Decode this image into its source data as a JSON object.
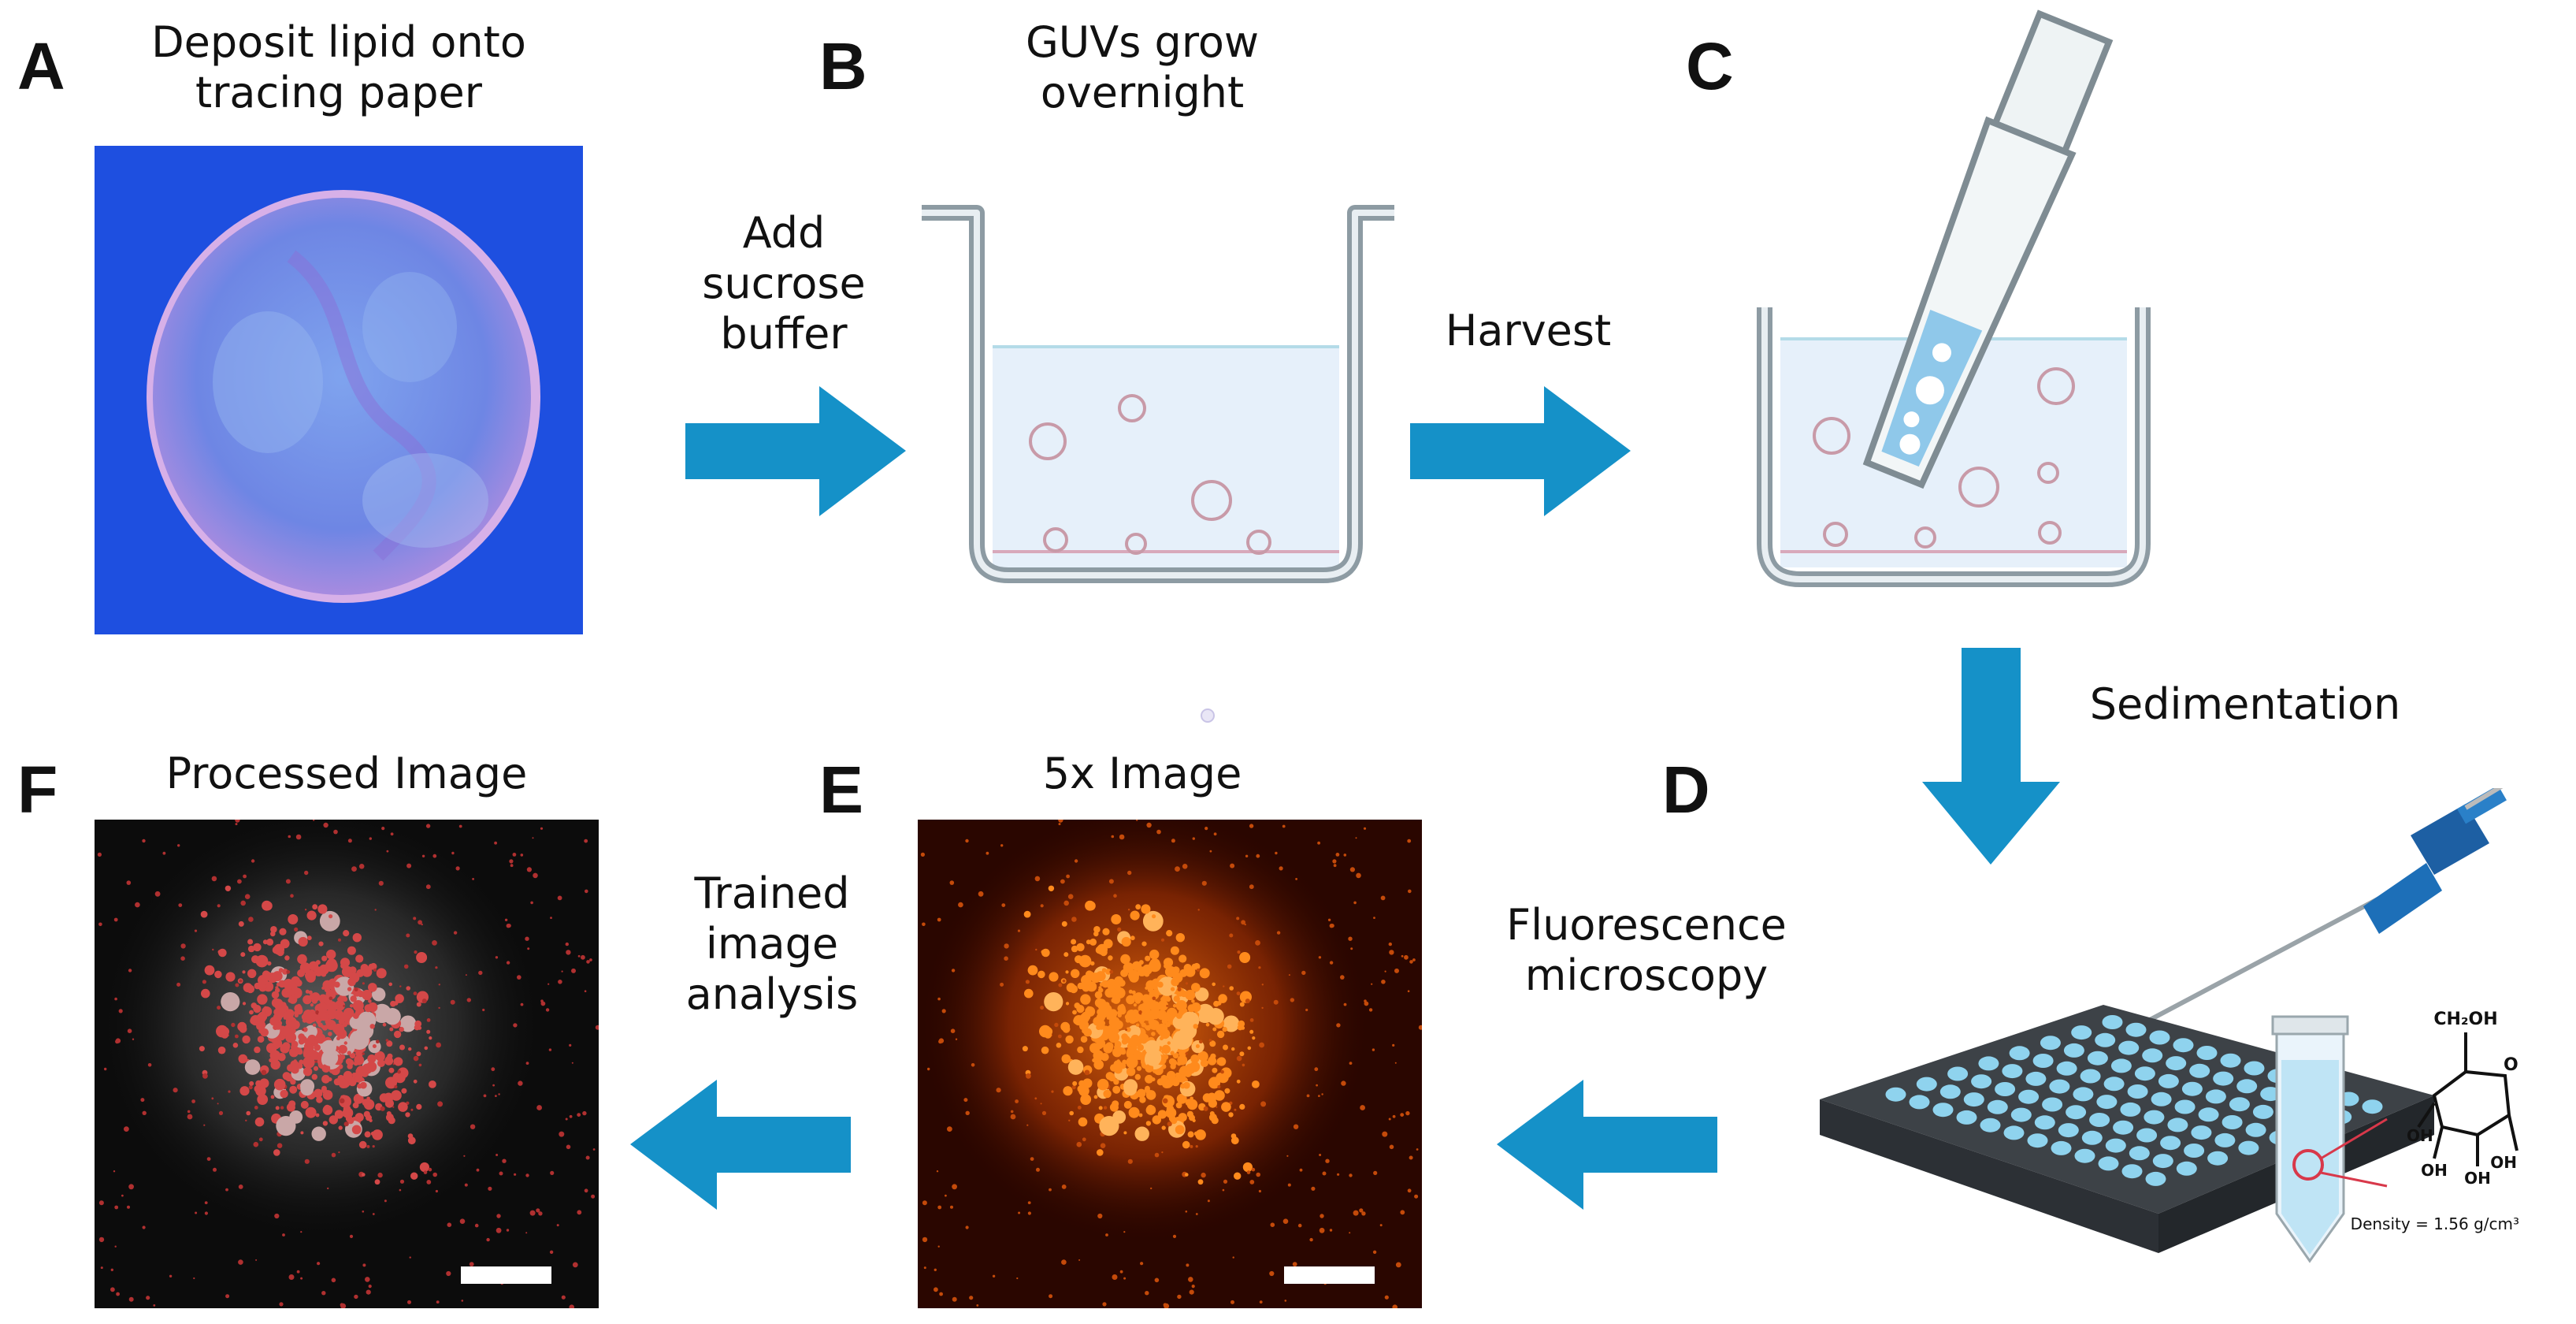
{
  "panels": {
    "A": {
      "letter": "A",
      "title_lines": [
        "Deposit lipid onto",
        "tracing paper"
      ]
    },
    "B": {
      "letter": "B",
      "title_lines": [
        "GUVs grow",
        "overnight"
      ]
    },
    "C": {
      "letter": "C"
    },
    "D": {
      "letter": "D"
    },
    "E": {
      "letter": "E",
      "title_lines": [
        "5x Image"
      ]
    },
    "F": {
      "letter": "F",
      "title_lines": [
        "Processed Image"
      ]
    }
  },
  "steps": {
    "add_buffer": [
      "Add",
      "sucrose",
      "buffer"
    ],
    "harvest": [
      "Harvest"
    ],
    "sedimentation": [
      "Sedimentation"
    ],
    "fluorescence": [
      "Fluorescence",
      "microscopy"
    ],
    "analysis": [
      "Trained",
      "image",
      "analysis"
    ]
  },
  "molecule": {
    "ch2oh": "CH₂OH",
    "o": "O",
    "oh": "OH",
    "density_label": "Density = 1.56 g/cm³"
  },
  "colors": {
    "arrow": "#1591c8",
    "beaker_outline": "#8d9ba3",
    "liquid": "#e6f0fa",
    "vesicle": "#c89aa8",
    "paper_bg": "#1e4fe0",
    "plate": "#4a4f55",
    "well": "#8fd3ee"
  }
}
